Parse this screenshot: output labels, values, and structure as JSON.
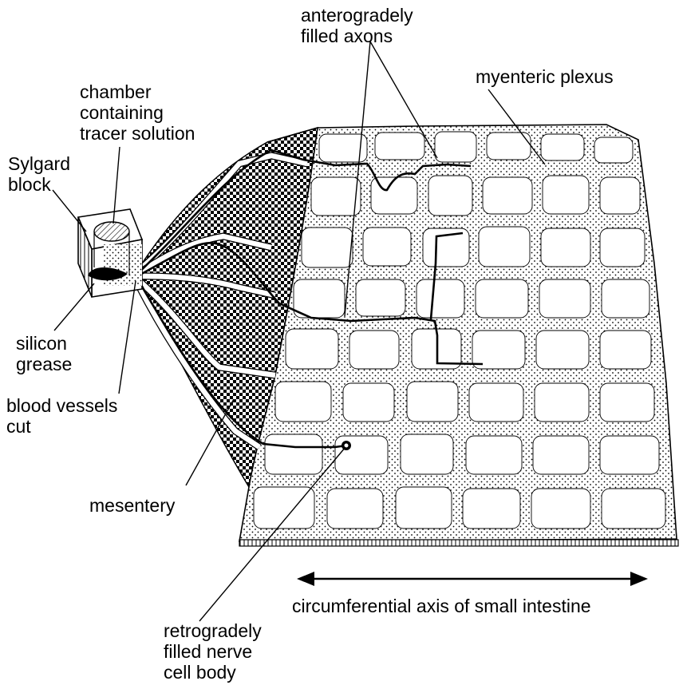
{
  "labels": {
    "anterograde": "anterogradely\nfilled axons",
    "myenteric": "myenteric plexus",
    "chamber": "chamber\ncontaining\ntracer solution",
    "sylgard": "Sylgard\nblock",
    "silicon": "silicon\ngrease",
    "vessels": "blood vessels\ncut",
    "mesentery": "mesentery",
    "axis": "circumferential axis of small intestine",
    "retrograde": "retrogradely\nfilled nerve\ncell body"
  }
}
